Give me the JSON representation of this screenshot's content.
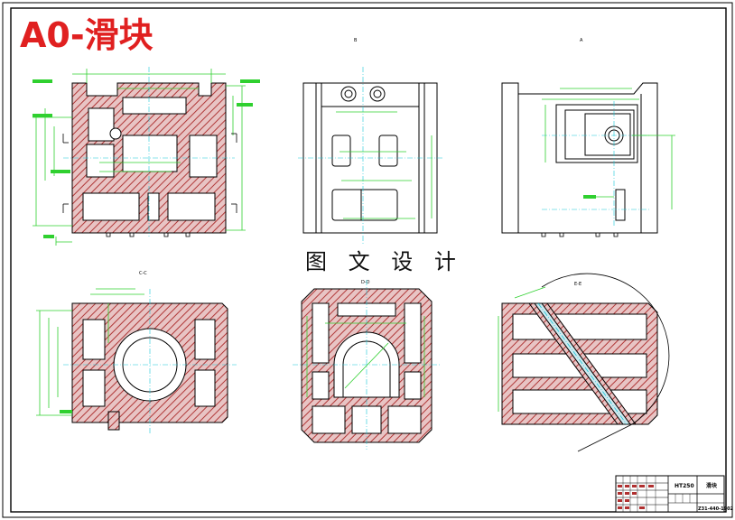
{
  "drawing": {
    "title": "A0-滑块",
    "watermark": "图 文 设 计",
    "view_labels": [
      "B",
      "A",
      "C-C",
      "D-D",
      "E-E"
    ]
  },
  "title_block": {
    "material": "HT250",
    "part_name": "滑块",
    "drawing_number": "Z31-440-1902"
  },
  "colors": {
    "section_hatch": "#b03838",
    "section_fill": "#e8c4c4",
    "dimension": "#2fd02f",
    "centerline": "#18c8d8",
    "outline": "#000000",
    "title": "#e02020"
  }
}
